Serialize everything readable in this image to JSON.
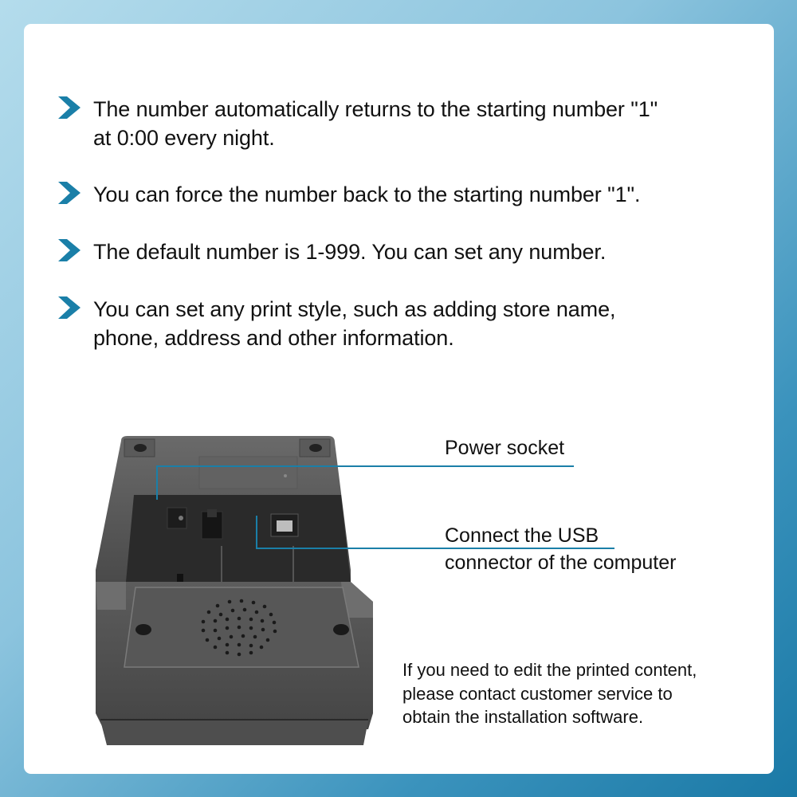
{
  "theme": {
    "accent": "#1a7fa8",
    "background_light": "#b4dcec",
    "background_dark": "#1a79a6",
    "card": "#ffffff",
    "text": "#111111"
  },
  "bullets": [
    {
      "icon": "chevron-right-icon",
      "text": "The number automatically returns to the starting number \"1\" at 0:00 every night."
    },
    {
      "icon": "chevron-right-icon",
      "text": "You can force the number back to the starting number \"1\"."
    },
    {
      "icon": "chevron-right-icon",
      "text": "The default number is 1-999. You can set any number."
    },
    {
      "icon": "chevron-right-icon",
      "text": "You can set any print style, such as adding store name, phone, address and other information."
    }
  ],
  "bullet_lines": [
    [
      "The number automatically returns to the starting number \"1\"",
      "at 0:00 every night."
    ],
    [
      "You can force the number back to the starting number \"1\"."
    ],
    [
      "The default number is 1-999. You can set any number."
    ],
    [
      "You can set any print style, such as adding store name,",
      "phone, address and other information."
    ]
  ],
  "product_image": {
    "subject": "thermal receipt printer rear view",
    "callouts": [
      {
        "label": "Power socket"
      },
      {
        "label_line1": "Connect the USB",
        "label_line2": "connector of the computer"
      }
    ]
  },
  "note": {
    "line1": "If you need to edit the printed content,",
    "line2": "please contact customer service to",
    "line3": "obtain the installation software."
  }
}
